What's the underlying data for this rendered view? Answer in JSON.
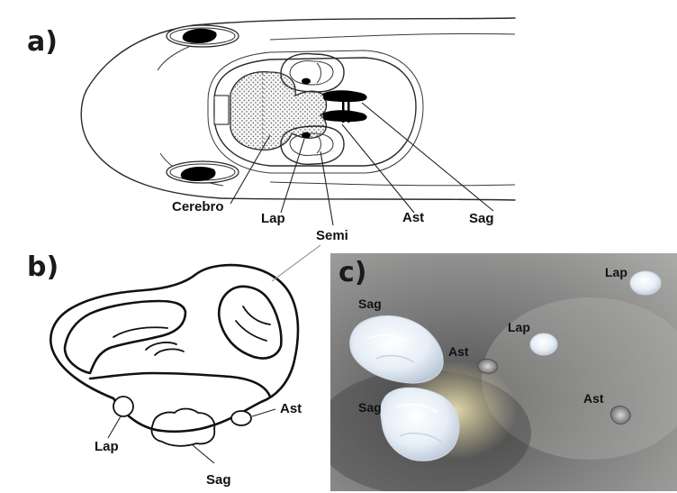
{
  "panels": {
    "a": {
      "letter": "a)",
      "labels": {
        "cerebro": "Cerebro",
        "lap": "Lap",
        "semi": "Semi",
        "ast": "Ast",
        "sag": "Sag"
      }
    },
    "b": {
      "letter": "b)",
      "labels": {
        "ast": "Ast",
        "lap": "Lap",
        "sag": "Sag"
      }
    },
    "c": {
      "letter": "c)",
      "labels": {
        "lap_top": "Lap",
        "sag_top": "Sag",
        "lap_mid": "Lap",
        "ast_left": "Ast",
        "sag_bottom": "Sag",
        "ast_right": "Ast"
      }
    }
  }
}
